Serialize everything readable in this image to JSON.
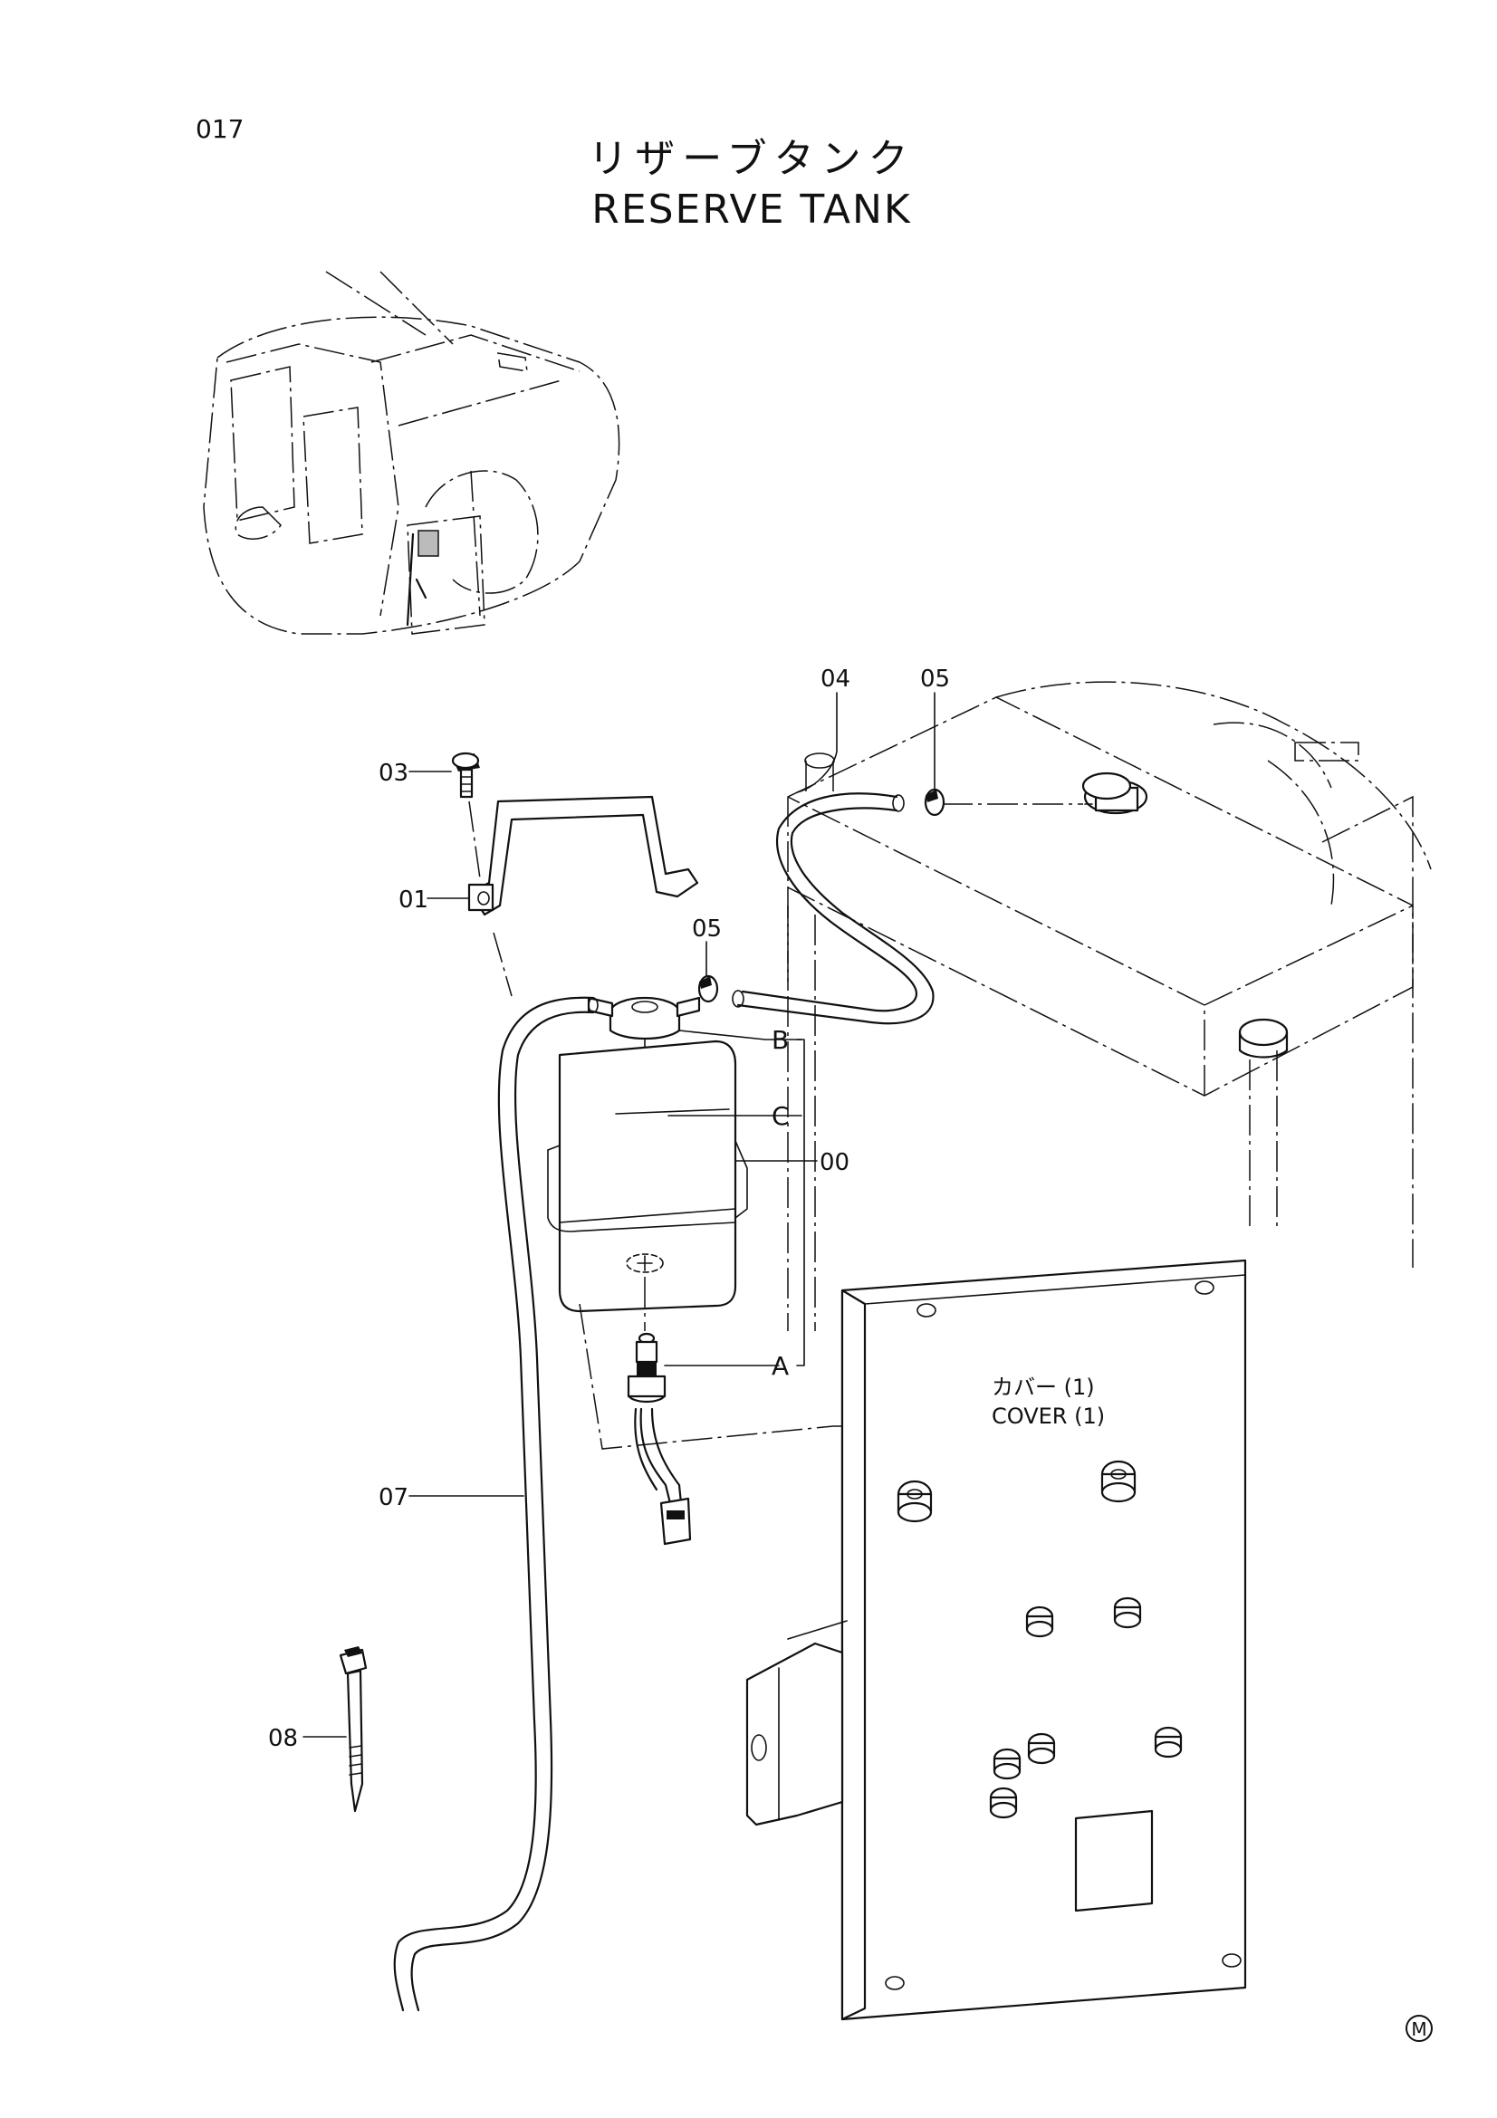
{
  "page_number": "017",
  "title_jp": "リザーブタンク",
  "title_en": "RESERVE TANK",
  "cover_label_jp": "カバー (1)",
  "cover_label_en": "COVER (1)",
  "callouts": {
    "c03": "03",
    "c01": "01",
    "c04": "04",
    "c05a": "05",
    "c05b": "05",
    "cB": "B",
    "cC": "C",
    "c00": "00",
    "cA": "A",
    "c07": "07",
    "c08": "08"
  },
  "mark": "M"
}
